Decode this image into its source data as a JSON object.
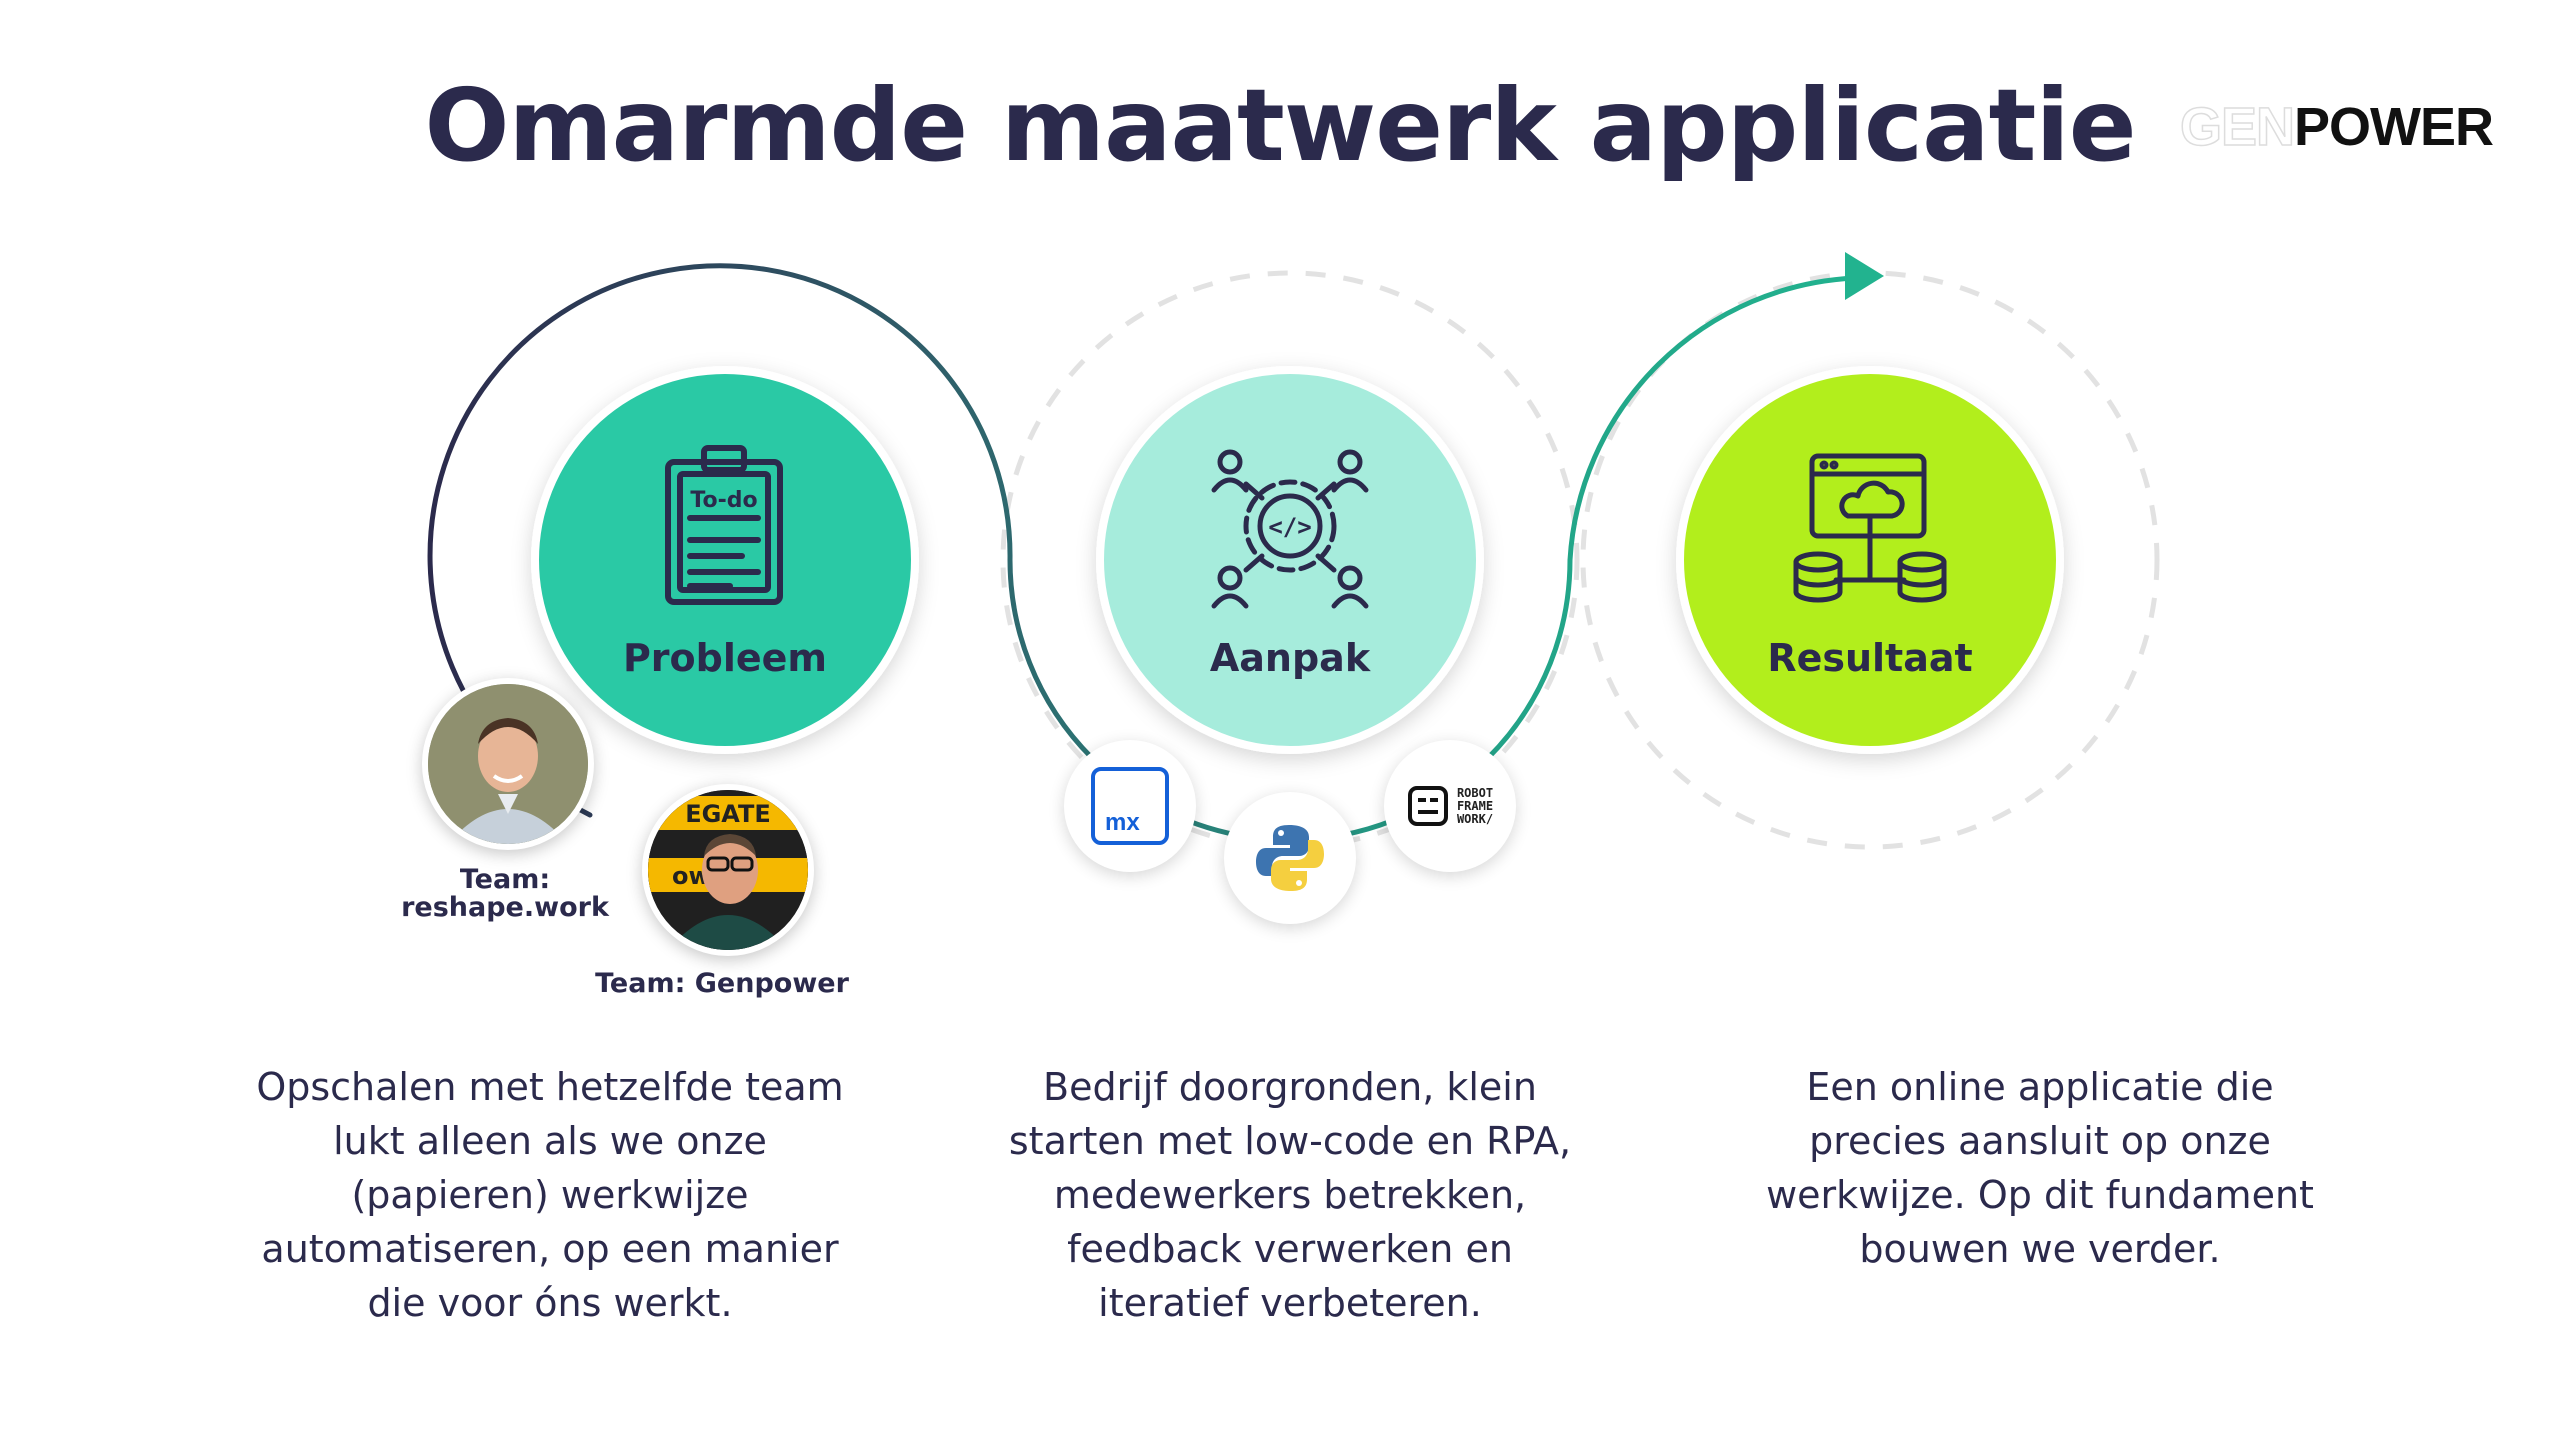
{
  "title": "Omarmde maatwerk applicatie",
  "logo": {
    "part1": "GEN",
    "part2": "POWER"
  },
  "steps": [
    {
      "label": "Probleem",
      "icon": "clipboard-todo-icon",
      "icon_text": "To-do",
      "color": "#2cc9a5"
    },
    {
      "label": "Aanpak",
      "icon": "code-gear-network-icon",
      "icon_text": "</>",
      "color": "#a6ecdc"
    },
    {
      "label": "Resultaat",
      "icon": "cloud-database-icon",
      "icon_text": "",
      "color": "#b2ee1f"
    }
  ],
  "teams": [
    {
      "label_line1": "Team:",
      "label_line2": "reshape.work"
    },
    {
      "label": "Team: Genpower",
      "shirt_text": "EGATE",
      "shirt_text2": "owell"
    }
  ],
  "tools": [
    {
      "name": "mendix",
      "text": "mx"
    },
    {
      "name": "python"
    },
    {
      "name": "robot-framework",
      "lines": [
        "ROBOT",
        "FRAME",
        "WORK/"
      ]
    }
  ],
  "descriptions": [
    {
      "lines": [
        "Opschalen met hetzelfde team",
        "lukt alleen als we onze",
        "(papieren) werkwijze",
        "automatiseren, op een manier",
        "die voor óns werkt."
      ]
    },
    {
      "lines": [
        "Bedrijf doorgronden, klein",
        "starten met low-code en RPA,",
        "medewerkers betrekken,",
        "feedback verwerken en",
        "iteratief verbeteren."
      ]
    },
    {
      "lines": [
        "Een online applicatie die",
        "precies aansluit op onze",
        "werkwijze. Op dit fundament",
        "bouwen we verder."
      ]
    }
  ],
  "colors": {
    "navy": "#2b2a4c",
    "teal": "#2cc9a5",
    "mint": "#a6ecdc",
    "lime": "#b2ee1f",
    "arrow": "#22b38f"
  }
}
